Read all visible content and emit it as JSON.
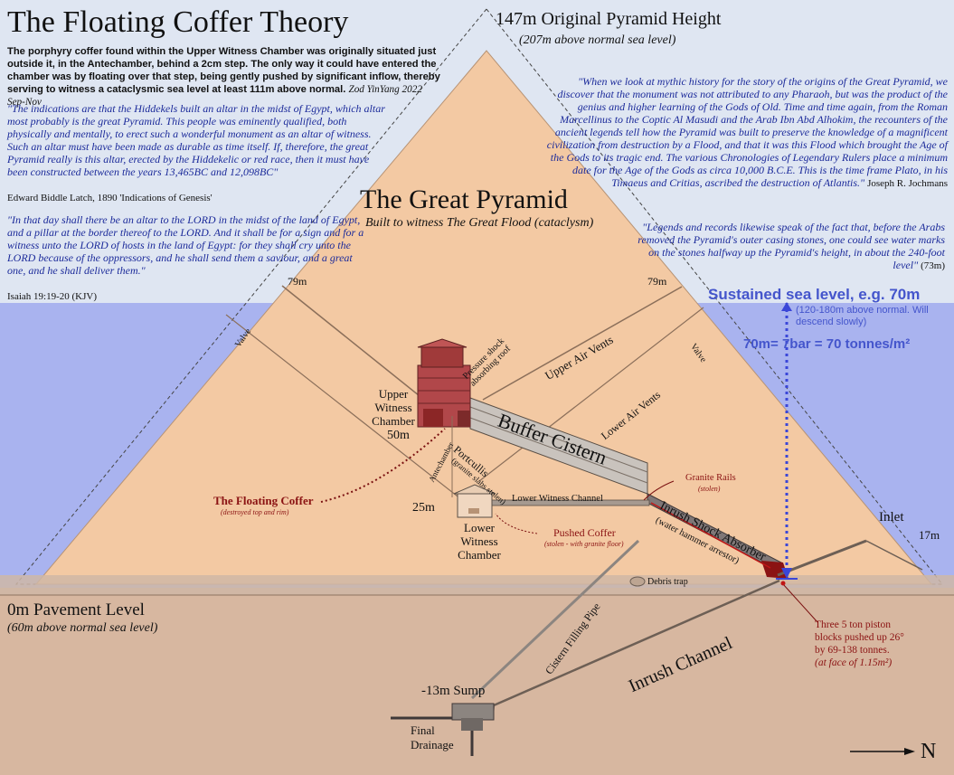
{
  "title": "The Floating Coffer Theory",
  "intro": {
    "text": "The porphyry coffer found within the Upper Witness Chamber was originally situated just outside it, in the Antechamber, behind a 2cm step. The only way it could have entered the chamber was by floating over that step, being gently pushed by significant inflow, thereby serving to witness a cataclysmic sea level at least 111m above normal.",
    "citation": "Zod YinYang 2022 Sep-Nov"
  },
  "quotes": [
    {
      "text": "\"The indications are that the Hiddekels built an altar in the midst of Egypt, which altar most probably is the great Pyramid. This people was eminently qualified, both physically and mentally, to erect such a wonderful monument as an altar of witness. Such an altar must have been made as durable as time itself. If, therefore, the great Pyramid really is this altar, erected by the Hiddekelic or red race, then it must have been constructed between the years 13,465BC and 12,098BC\"",
      "attribution": "Edward Biddle Latch, 1890 'Indications of Genesis'"
    },
    {
      "text": "\"In that day shall there be an altar to the LORD in the midst of the land of Egypt, and a pillar at the border thereof to the LORD. And it shall be for a sign and for a witness unto the LORD of hosts in the land of Egypt: for they shall cry unto the LORD because of the oppressors, and he shall send them a saviour, and a great one, and he shall deliver them.\"",
      "attribution": "Isaiah 19:19-20 (KJV)"
    },
    {
      "text": "\"When we look at mythic history for the story of the origins of the Great Pyramid, we discover that the monument was not attributed to any Pharaoh, but was the product of the genius and higher learning of the Gods of Old. Time and time again, from the Roman Marcellinus to the Coptic Al Masudi and the Arab Ibn Abd Alhokim, the recounters of the ancient legends tell how the Pyramid was built to preserve the knowledge of a magnificent civilization from destruction by a Flood, and that it was this Flood which brought the Age of the Gods to its tragic end. The various Chronologies of Legendary Rulers place a minimum date for the Age of the Gods as circa 10,000 B.C.E. This is the time frame Plato, in his Timaeus and Critias, ascribed the destruction of Atlantis.\"",
      "attribution": "Joseph R. Jochmans"
    },
    {
      "text": "\"Legends and records likewise speak of the fact that, before the Arabs removed the Pyramid's outer casing stones, one could see water marks on the stones halfway up the Pyramid's height, in about the 240-foot level\"",
      "attribution": "(73m)"
    }
  ],
  "height": {
    "label": "147m Original Pyramid Height",
    "sub": "(207m above normal sea level)"
  },
  "pyramid": {
    "title": "The Great Pyramid",
    "subtitle": "Built to witness The Great Flood (cataclysm)"
  },
  "sea": {
    "label": "Sustained sea level, e.g. 70m",
    "note": "(120-180m above normal. Will descend slowly)",
    "pressure": "70m= 7bar = 70 tonnes/m²"
  },
  "labels": {
    "m79_left": "79m",
    "m79_right": "79m",
    "valve_left": "Valve",
    "valve_right": "Valve",
    "upper_vents": "Upper Air Vents",
    "lower_vents": "Lower Air Vents",
    "shock_roof": "Pressure shock absorbing roof",
    "upper_chamber": "Upper Witness Chamber",
    "m50": "50m",
    "antechamber": "Antechamber",
    "portcullis": "Portcullis",
    "portcullis_note": "(granite slabs stolen)",
    "buffer": "Buffer Cistern",
    "granite_rails": "Granite Rails",
    "granite_rails_note": "(stolen)",
    "floating_coffer": "The Floating Coffer",
    "floating_coffer_note": "(destroyed top and rim)",
    "m25": "25m",
    "lower_channel": "Lower Witness Channel",
    "lower_chamber": "Lower Witness Chamber",
    "pushed_coffer": "Pushed Coffer",
    "pushed_coffer_note": "(stolen - with granite floor)",
    "inrush_absorber": "Inrush Shock Absorber",
    "absorber_note": "(water hammer arrestor)",
    "inlet": "Inlet",
    "m17": "17m",
    "pavement": "0m Pavement Level",
    "pavement_note": "(60m above normal sea level)",
    "debris": "Debris trap",
    "filling_pipe": "Cistern Filling Pipe",
    "inrush_channel": "Inrush Channel",
    "piston_1": "Three 5 ton piston",
    "piston_2": "blocks pushed up 26°",
    "piston_3": "by 69-138 tonnes.",
    "piston_4": "(at face of 1.15m²)",
    "sump": "-13m Sump",
    "final_drainage": "Final Drainage",
    "north": "N"
  },
  "colors": {
    "sky": "#dfe6f2",
    "sea": "#a9b3ef",
    "pyramid": "#f3c9a3",
    "ground": "#d7b7a0",
    "chamber_red": "#b1474a",
    "accent_blue": "#3a46d8"
  }
}
